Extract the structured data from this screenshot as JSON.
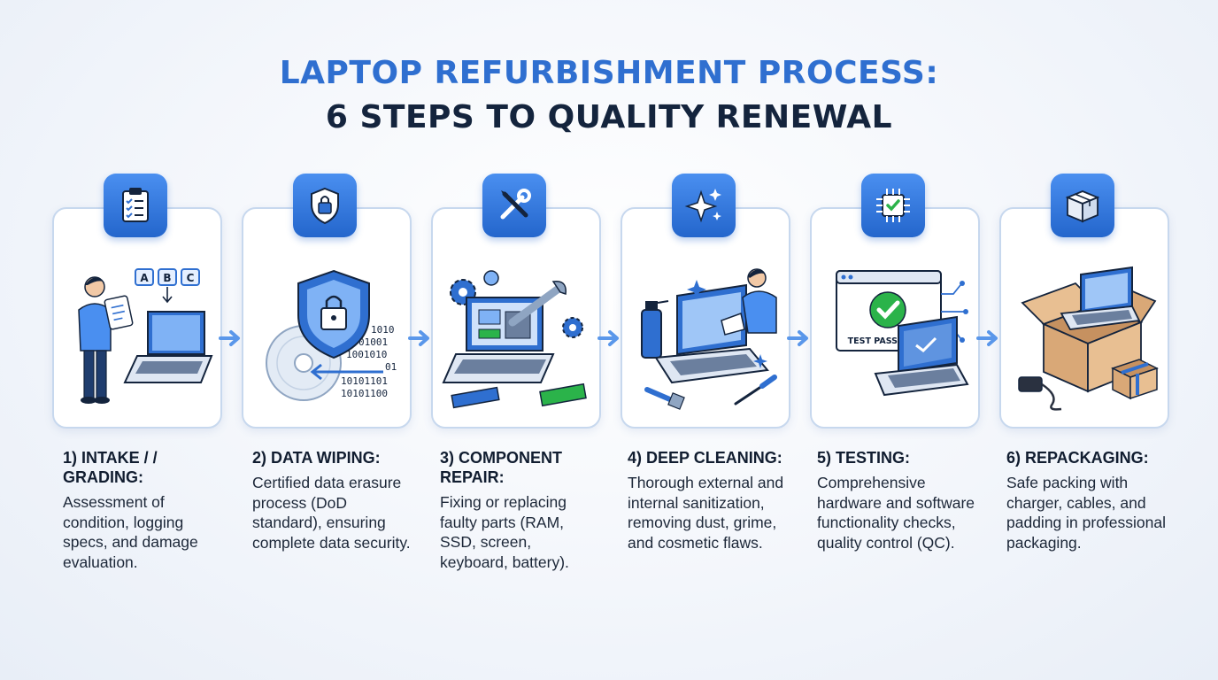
{
  "title": {
    "line1": "LAPTOP REFURBISHMENT PROCESS:",
    "line2": "6 STEPS TO QUALITY RENEWAL"
  },
  "steps": [
    {
      "title": "1) INTAKE / / GRADING:",
      "description": "Assessment of condition, logging specs, and damage evaluation.",
      "badge_icon": "clipboard-checklist-icon",
      "grades": [
        "A",
        "B",
        "C"
      ]
    },
    {
      "title": "2) DATA WIPING:",
      "description": "Certified data erasure process (DoD standard), ensuring complete data security.",
      "badge_icon": "shield-lock-icon",
      "binary": [
        "1010",
        "01001",
        "1001010",
        "01",
        "10101101",
        "10101100"
      ]
    },
    {
      "title": "3) COMPONENT REPAIR:",
      "description": "Fixing or replacing faulty parts (RAM, SSD, screen, keyboard, battery).",
      "badge_icon": "wrench-screwdriver-icon"
    },
    {
      "title": "4) DEEP CLEANING:",
      "description": "Thorough external and internal sanitization, removing dust, grime, and cosmetic flaws.",
      "badge_icon": "sparkle-icon"
    },
    {
      "title": "5) TESTING:",
      "description": "Comprehensive hardware and software functionality checks, quality control (QC).",
      "badge_icon": "chip-check-icon",
      "test_label": "TEST PASSED"
    },
    {
      "title": "6) REPACKAGING:",
      "description": "Safe packing with charger, cables, and padding in professional packaging.",
      "badge_icon": "package-box-icon"
    }
  ],
  "colors": {
    "accent": "#2f6fd0",
    "dark": "#14243d",
    "card_border": "#c7d8ee",
    "check_green": "#2bb34a",
    "box_brown": "#d9a877"
  }
}
